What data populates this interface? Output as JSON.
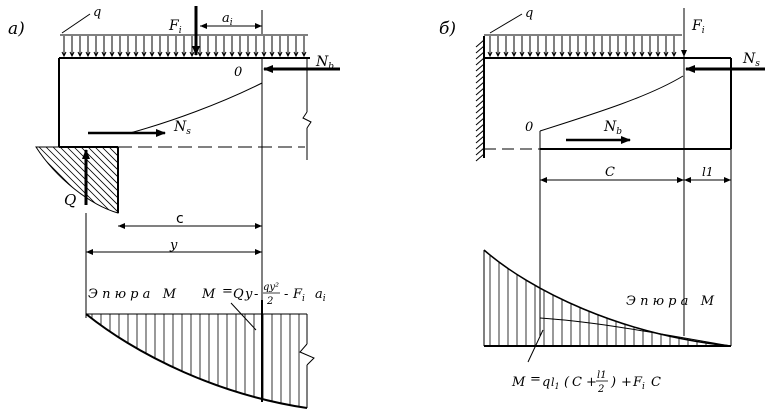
{
  "figure_a": {
    "panel_label": "а)",
    "load_label": "q",
    "force_label": "F",
    "force_sub": "i",
    "arm_label": "a",
    "arm_sub": "i",
    "origin_label": "0",
    "axial_b_label": "N",
    "axial_b_sub": "b",
    "axial_s_label": "N",
    "axial_s_sub": "s",
    "reaction_label": "Q",
    "dim_c": "c",
    "dim_y": "y",
    "diagram_title": "Э п ю р а   М",
    "formula": {
      "lhs": "M",
      "eq": "=",
      "q1": "Q",
      "y": "y",
      "minus1": "-",
      "frac_num": "qy²",
      "frac_den": "2",
      "minus2": "-",
      "f": "F",
      "f_sub": "i",
      "a": "a",
      "a_sub": "i"
    }
  },
  "figure_b": {
    "panel_label": "б)",
    "load_label": "q",
    "force_label": "F",
    "force_sub": "i",
    "origin_label": "0",
    "axial_s_label": "N",
    "axial_s_sub": "s",
    "axial_b_label": "N",
    "axial_b_sub": "b",
    "dim_c": "C",
    "dim_l1": "l1",
    "diagram_title": "Э п ю р а   М",
    "formula": {
      "lhs": "M",
      "eq": "=",
      "q": "q",
      "l1": "l",
      "l1_sub": "1",
      "open": "(",
      "c": "C",
      "plus": "+",
      "frac_num": "l1",
      "frac_den": "2",
      "close": ")",
      "plus2": "+",
      "f": "F",
      "f_sub": "i",
      "c2": "C"
    }
  }
}
